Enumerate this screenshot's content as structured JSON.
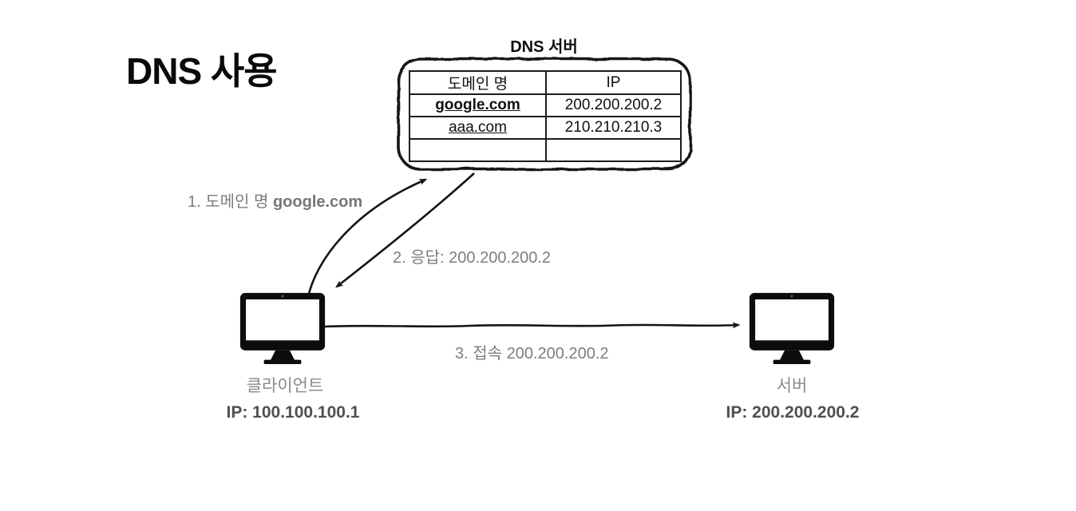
{
  "title": "DNS 사용",
  "dns_server": {
    "label": "DNS 서버",
    "table": {
      "headers": {
        "domain": "도메인 명",
        "ip": "IP"
      },
      "rows": [
        {
          "domain": "google.com",
          "ip": "200.200.200.2"
        },
        {
          "domain": "aaa.com",
          "ip": "210.210.210.3"
        },
        {
          "domain": "",
          "ip": ""
        }
      ]
    }
  },
  "steps": [
    {
      "prefix": "1. 도메인 명 ",
      "bold_part": "google.com"
    },
    {
      "text": "2. 응답: 200.200.200.2"
    },
    {
      "text": "3. 접속 200.200.200.2"
    }
  ],
  "client": {
    "label": "클라이언트",
    "ip_label": "IP: 100.100.100.1"
  },
  "server": {
    "label": "서버",
    "ip_label": "IP: 200.200.200.2"
  },
  "colors": {
    "line_black": "#141414",
    "label_gray": "#7d7d7d",
    "node_label_gray": "#8a8a8a",
    "ip_dark_gray": "#4f4f4f"
  }
}
